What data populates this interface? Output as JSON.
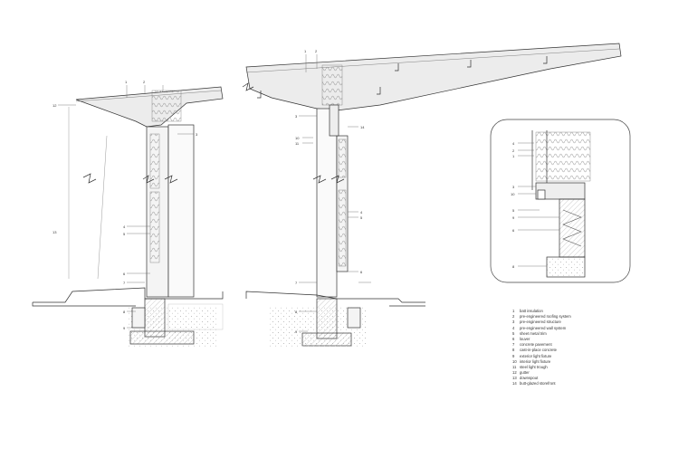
{
  "legend": [
    {
      "num": "1",
      "text": "batt insulation"
    },
    {
      "num": "2",
      "text": "pre-engineered roofing system"
    },
    {
      "num": "3",
      "text": "pre-engineered structure"
    },
    {
      "num": "4",
      "text": "pre-engineered wall system"
    },
    {
      "num": "5",
      "text": "sheet metal trim"
    },
    {
      "num": "6",
      "text": "louver"
    },
    {
      "num": "7",
      "text": "concrete pavement"
    },
    {
      "num": "8",
      "text": "cast-in-place concrete"
    },
    {
      "num": "9",
      "text": "exterior light fixture"
    },
    {
      "num": "10",
      "text": "interior light fixture"
    },
    {
      "num": "11",
      "text": "steel light trough"
    },
    {
      "num": "12",
      "text": "gutter"
    },
    {
      "num": "13",
      "text": "downspout"
    },
    {
      "num": "14",
      "text": "butt-glazed storefront"
    }
  ],
  "left_section_tags": [
    "12",
    "1",
    "2",
    "3",
    "4",
    "5",
    "6",
    "7",
    "8",
    "9",
    "13"
  ],
  "right_section_tags": [
    "1",
    "2",
    "3",
    "4",
    "5",
    "6",
    "7",
    "8",
    "9",
    "10",
    "11",
    "14"
  ],
  "detail_tags": [
    "4",
    "2",
    "1",
    "3",
    "10",
    "5",
    "9",
    "6",
    "8"
  ],
  "colors": {
    "line": "#333333",
    "fill": "#e6e6e6",
    "light": "#bfbfbf"
  }
}
